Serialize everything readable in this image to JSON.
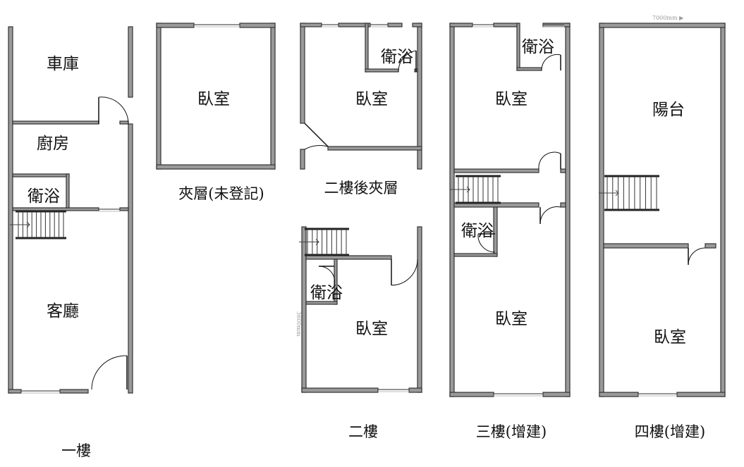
{
  "floors": {
    "f1": {
      "caption": "一樓",
      "rooms": [
        "車庫",
        "廚房",
        "衛浴",
        "客廳"
      ]
    },
    "mezz": {
      "caption": "夾層(未登記)",
      "rooms": [
        "臥室"
      ]
    },
    "f2rear": {
      "caption": "二樓後夾層",
      "rooms": [
        "衛浴",
        "臥室"
      ]
    },
    "f2": {
      "caption": "二樓",
      "rooms": [
        "衛浴",
        "臥室"
      ],
      "dimension": "3600mm"
    },
    "f3": {
      "caption": "三樓(增建)",
      "rooms": [
        "衛浴",
        "臥室",
        "衛浴",
        "臥室"
      ]
    },
    "f4": {
      "caption": "四樓(增建)",
      "rooms": [
        "陽台",
        "臥室"
      ],
      "dimension": "7000mm ▶"
    }
  },
  "colors": {
    "wall_fill": "#9a9a9a",
    "wall_stroke": "#333333"
  }
}
